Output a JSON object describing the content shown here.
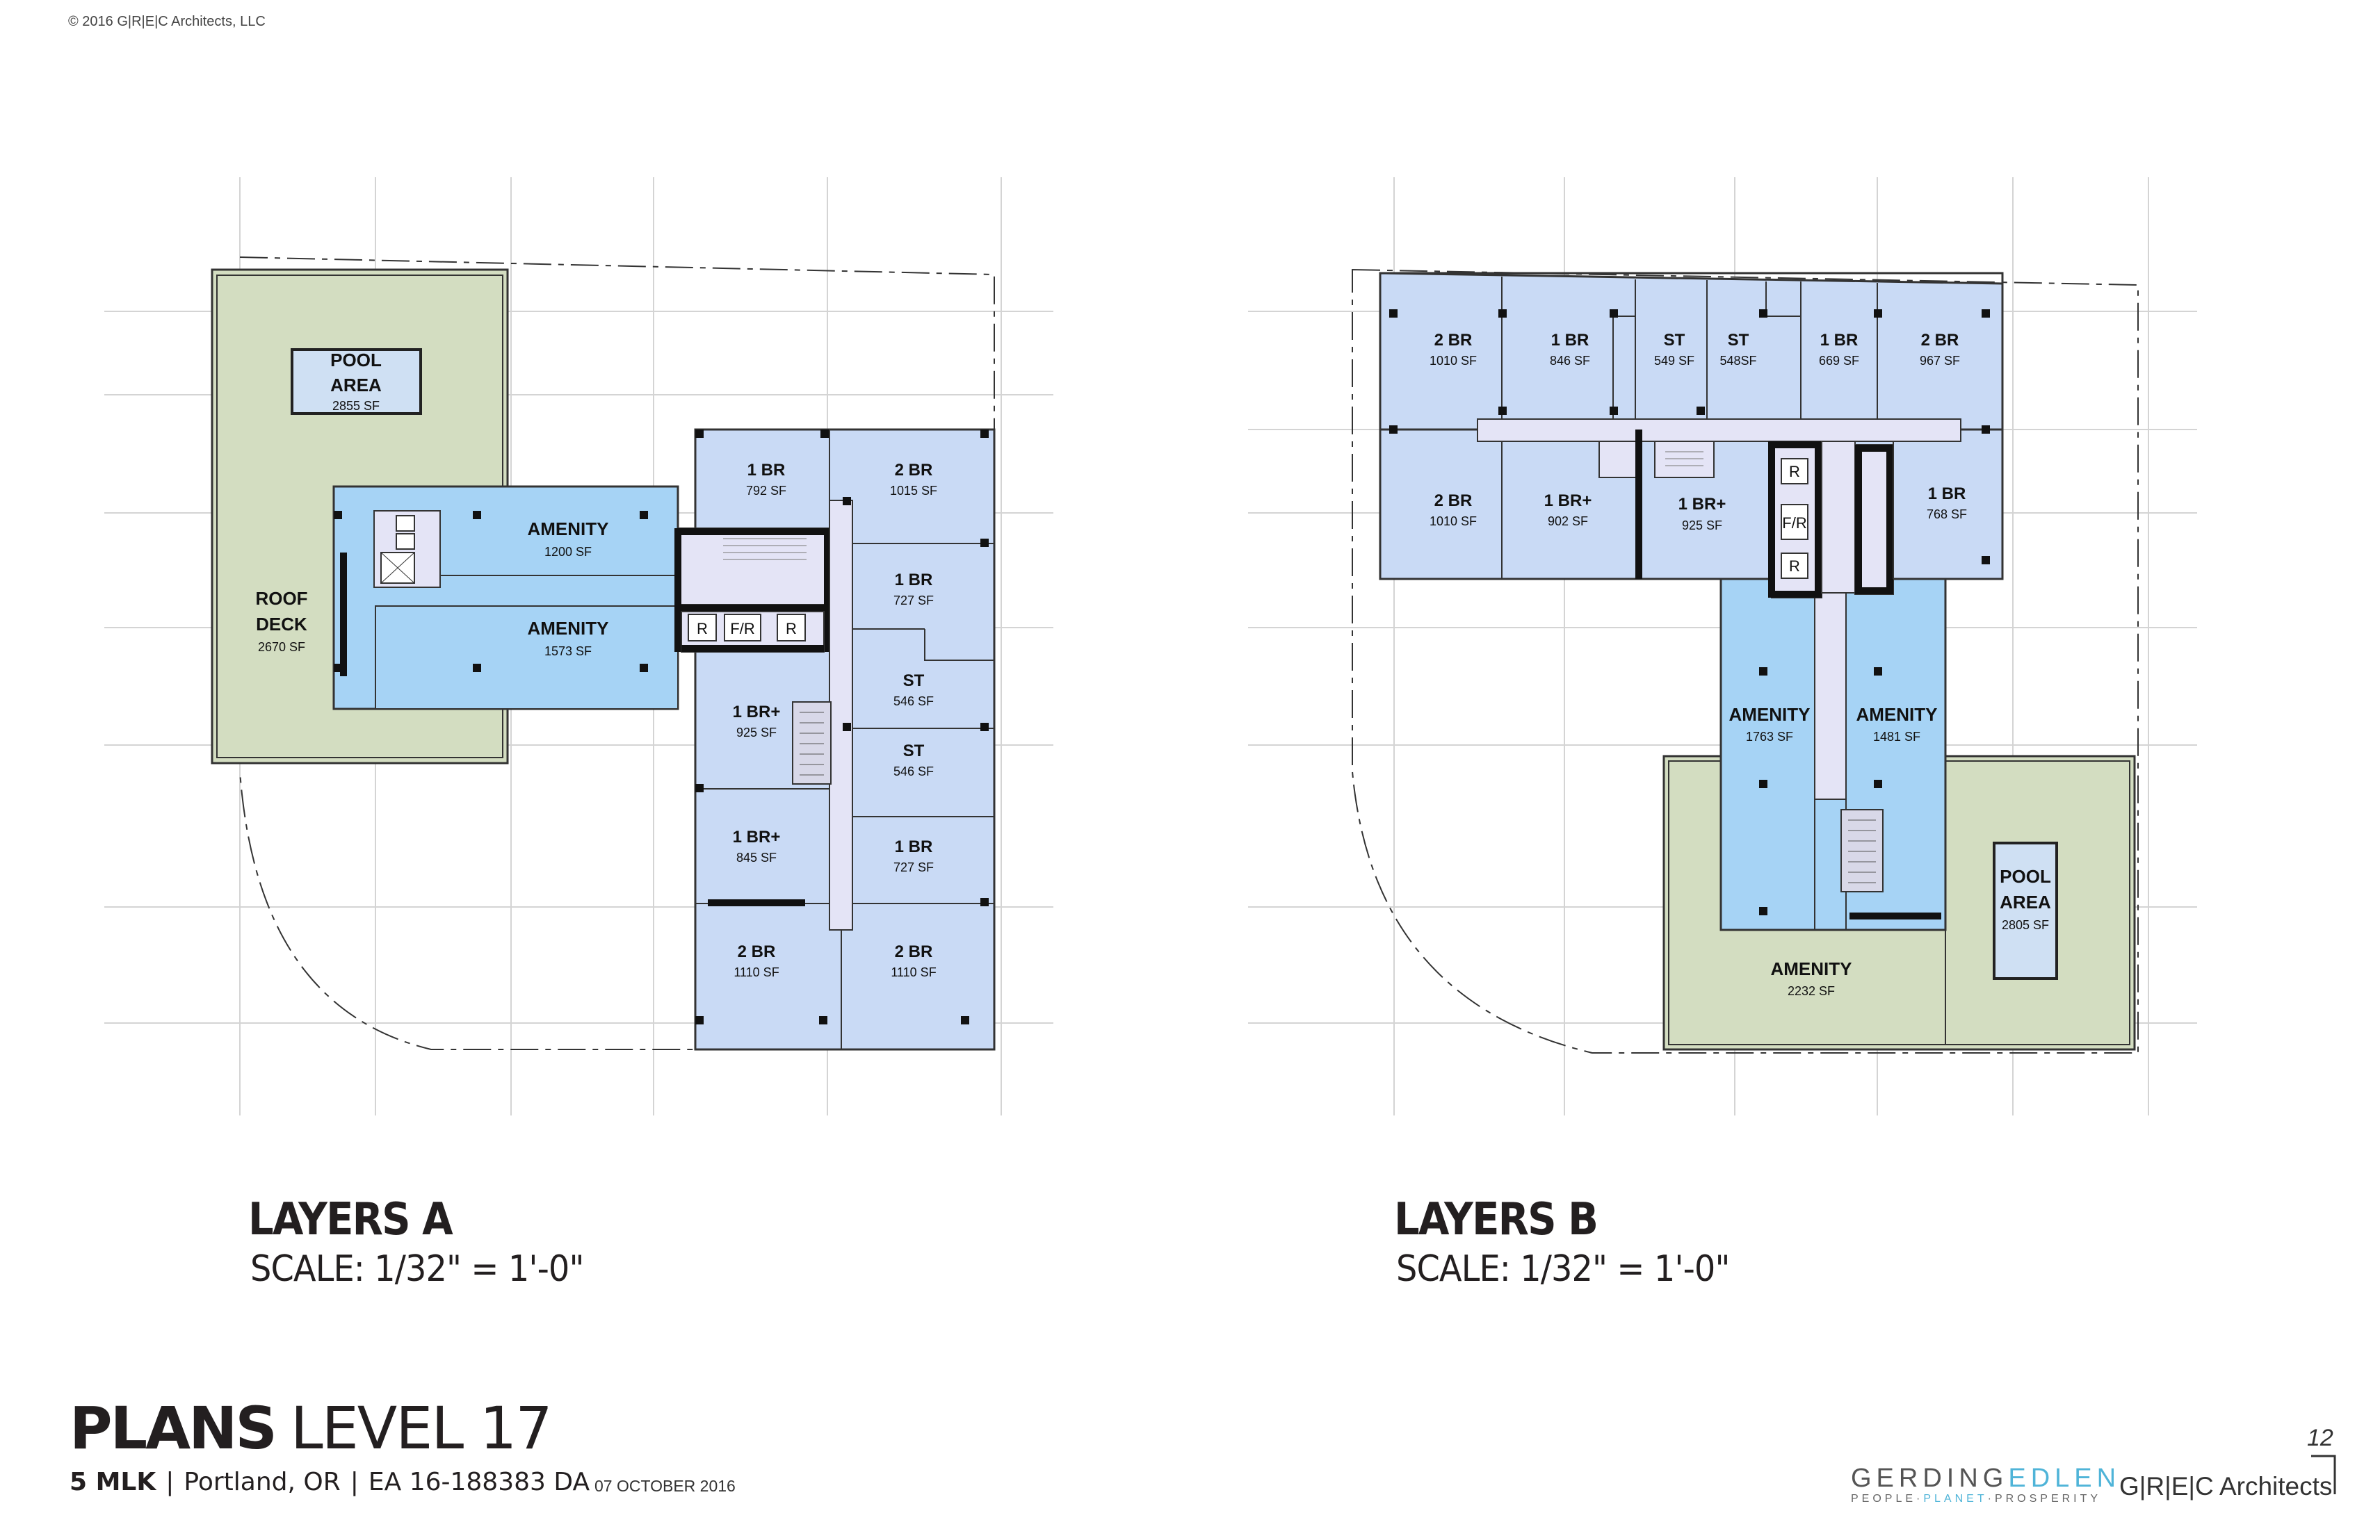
{
  "copyright": "© 2016 G|R|E|C Architects, LLC",
  "plans": {
    "a": {
      "title": "LAYERS A",
      "scale": "SCALE: 1/32\" = 1'-0\"",
      "rooms": {
        "pool": {
          "name": [
            "POOL",
            "AREA"
          ],
          "area": "2855 SF"
        },
        "roof_deck": {
          "name": [
            "ROOF",
            "DECK"
          ],
          "area": "2670 SF"
        },
        "amenity_1": {
          "name": "AMENITY",
          "area": "1200 SF"
        },
        "amenity_2": {
          "name": "AMENITY",
          "area": "1573 SF"
        },
        "u_1br_792": {
          "name": "1 BR",
          "area": "792 SF"
        },
        "u_2br_1015": {
          "name": "2 BR",
          "area": "1015 SF"
        },
        "u_1br_727a": {
          "name": "1 BR",
          "area": "727 SF"
        },
        "u_st_546a": {
          "name": "ST",
          "area": "546 SF"
        },
        "u_st_546b": {
          "name": "ST",
          "area": "546 SF"
        },
        "u_1br_727b": {
          "name": "1 BR",
          "area": "727 SF"
        },
        "u_1brp_925": {
          "name": "1 BR+",
          "area": "925 SF"
        },
        "u_1brp_845": {
          "name": "1 BR+",
          "area": "845 SF"
        },
        "u_2br_1110a": {
          "name": "2 BR",
          "area": "1110 SF"
        },
        "u_2br_1110b": {
          "name": "2 BR",
          "area": "1110 SF"
        }
      },
      "elevators": [
        "R",
        "F/R",
        "R"
      ]
    },
    "b": {
      "title": "LAYERS B",
      "scale": "SCALE: 1/32\" = 1'-0\"",
      "rooms": {
        "u_2br_1010a": {
          "name": "2 BR",
          "area": "1010 SF"
        },
        "u_1br_846": {
          "name": "1 BR",
          "area": "846 SF"
        },
        "u_st_549": {
          "name": "ST",
          "area": "549 SF"
        },
        "u_st_548": {
          "name": "ST",
          "area": "548SF"
        },
        "u_1br_669": {
          "name": "1 BR",
          "area": "669 SF"
        },
        "u_2br_967": {
          "name": "2 BR",
          "area": "967 SF"
        },
        "u_2br_1010b": {
          "name": "2 BR",
          "area": "1010 SF"
        },
        "u_1brp_902": {
          "name": "1 BR+",
          "area": "902 SF"
        },
        "u_1brp_925": {
          "name": "1 BR+",
          "area": "925 SF"
        },
        "u_1br_768": {
          "name": "1 BR",
          "area": "768 SF"
        },
        "amenity_1763": {
          "name": "AMENITY",
          "area": "1763 SF"
        },
        "amenity_1481": {
          "name": "AMENITY",
          "area": "1481 SF"
        },
        "amenity_2232": {
          "name": "AMENITY",
          "area": "2232 SF"
        },
        "pool": {
          "name": [
            "POOL",
            "AREA"
          ],
          "area": "2805 SF"
        }
      },
      "elevators": [
        "R",
        "F/R",
        "R"
      ]
    }
  },
  "footer": {
    "title_bold": "PLANS",
    "title_rest": "LEVEL 17",
    "project": "5 MLK",
    "location": "Portland, OR",
    "permit": "EA 16-188383 DA",
    "separator": "|",
    "date": "07 OCTOBER 2016",
    "page_number": "12",
    "logo_ge_1": "GERDING",
    "logo_ge_2": "EDLEN",
    "logo_ge_tag_1": "PEOPLE·",
    "logo_ge_tag_2": "PLANET",
    "logo_ge_tag_3": "·PROSPERITY",
    "logo_grec": "G|R|E|C Architects"
  },
  "colors": {
    "unit_fill": "#c9daf5",
    "amenity_fill": "#a6d3f5",
    "deck_fill": "#d3ddc1",
    "corridor_fill": "#e4e4f6",
    "accent_cyan": "#4fb4d8"
  }
}
